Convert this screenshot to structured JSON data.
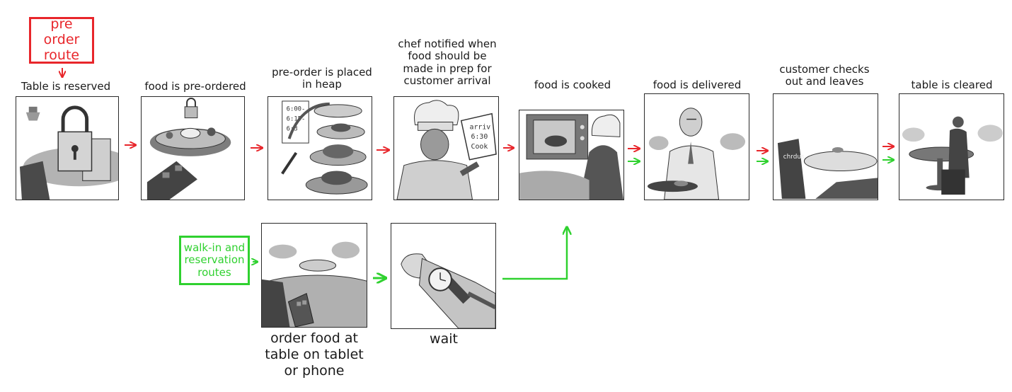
{
  "routes": {
    "preorder": "pre order route",
    "walkin": "walk-in and reservation routes"
  },
  "colors": {
    "preorder": "#e8262b",
    "walkin": "#2fd12f",
    "ink": "#2a2a2a"
  },
  "steps": [
    {
      "label": "Table is reserved",
      "sketch": "lock-on-table"
    },
    {
      "label": "food is pre-ordered",
      "sketch": "platter-with-lock"
    },
    {
      "label": "pre-order is placed in heap",
      "sketch": "stacked-plates"
    },
    {
      "label": "chef notified when food should be made in prep for customer arrival",
      "sketch": "chef-with-ticket"
    },
    {
      "label": "food is cooked",
      "sketch": "oven-and-chef"
    },
    {
      "label": "food is delivered",
      "sketch": "waiter-serving"
    },
    {
      "label": "customer checks out and leaves",
      "sketch": "checkout-table"
    },
    {
      "label": "table is cleared",
      "sketch": "waiter-clearing"
    }
  ],
  "walkin_steps": [
    {
      "label": "order food at table on tablet or phone",
      "sketch": "tablet-at-table"
    },
    {
      "label": "wait",
      "sketch": "wristwatch"
    }
  ]
}
